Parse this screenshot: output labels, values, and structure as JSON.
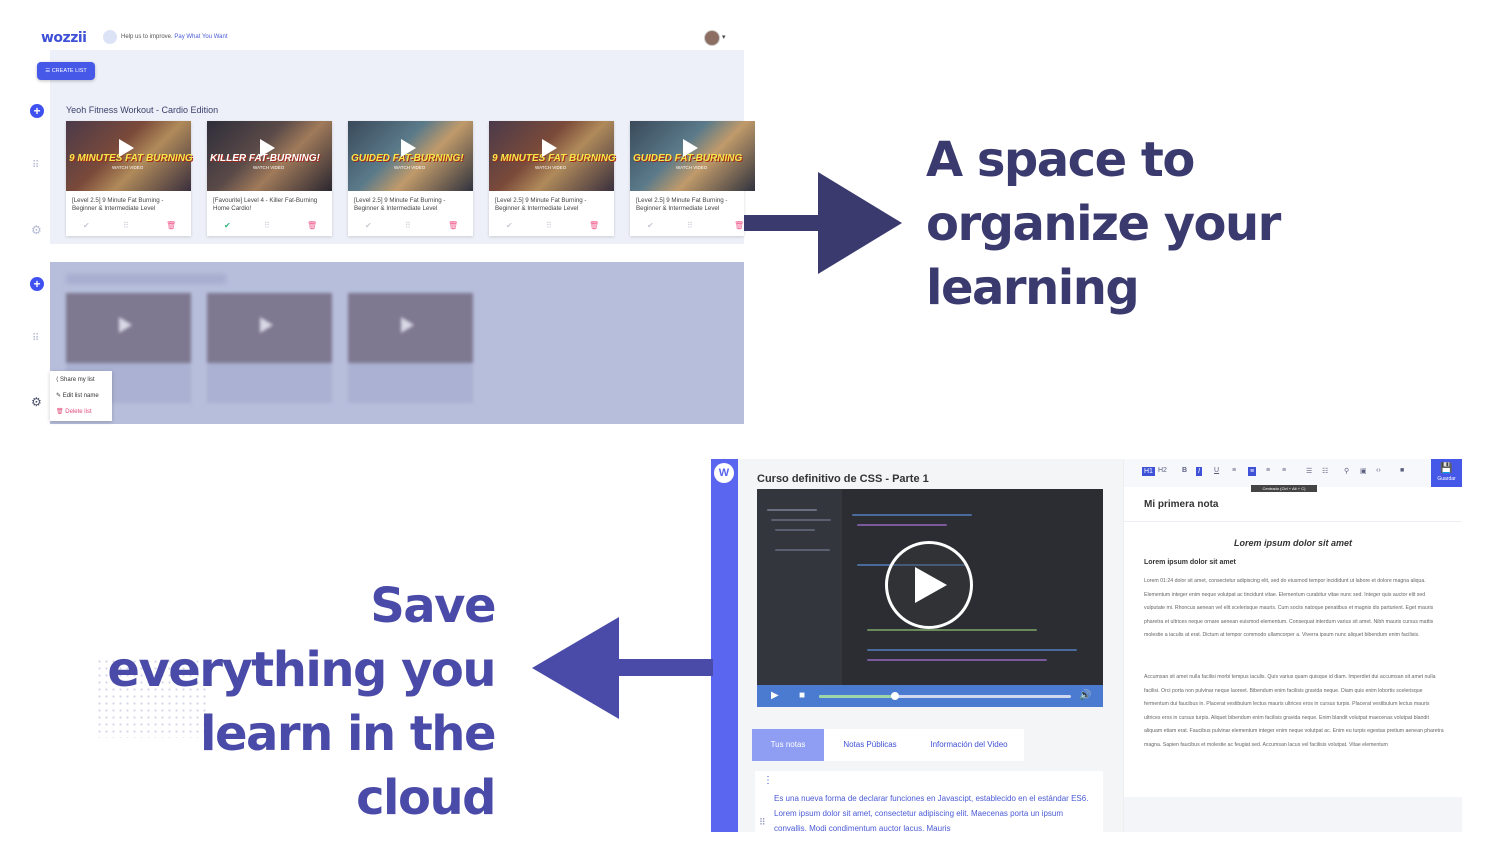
{
  "app_list": {
    "logo": "wozzii",
    "help_text": "Help us to improve.",
    "help_link": "Pay What You Want",
    "create_list_label": "CREATE LIST",
    "list_title": "Yeoh Fitness Workout - Cardio Edition",
    "cards": [
      {
        "thumb_text": "9 MINUTES FAT BURNING",
        "title": "[Level 2.5] 9 Minute Fat Burning - Beginner & Intermediate Level",
        "done": false
      },
      {
        "thumb_text": "KILLER FAT-BURNING!",
        "title": "[Favourite] Level 4 - Killer Fat-Burning Home Cardio!",
        "done": true
      },
      {
        "thumb_text": "GUIDED FAT-BURNING!",
        "title": "[Level 2.5] 9 Minute Fat Burning - Beginner & Intermediate Level",
        "done": false
      },
      {
        "thumb_text": "9 MINUTES FAT BURNING",
        "title": "[Level 2.5] 9 Minute Fat Burning - Beginner & Intermediate Level",
        "done": false
      },
      {
        "thumb_text": "GUIDED FAT-BURNING",
        "title": "[Level 2.5] 9 Minute Fat Burning - Beginner & Intermediate Level",
        "done": false
      }
    ],
    "watch_video": "WATCH VIDEO",
    "menu": {
      "share": "Share my list",
      "edit": "Edit list name",
      "delete": "Delete list"
    }
  },
  "headline_top": "A space to organize your learning",
  "headline_bottom": "Save everything you learn in the cloud",
  "app_notes": {
    "logo_letter": "W",
    "course_title": "Curso definitivo de CSS - Parte 1",
    "video_progress_percent": 30,
    "tabs": [
      "Tus notas",
      "Notas Públicas",
      "Información del Video"
    ],
    "note_text": "Es una nueva forma de declarar funciones en Javascipt, establecido en el estándar ES6. Lorem ipsum dolor sit amet, consectetur adipiscing elit. Maecenas porta un ipsum convallis. Modi condimentum auctor lacus. Mauris",
    "editor": {
      "toolbar": [
        "H1",
        "H2",
        "B",
        "I",
        "U"
      ],
      "save_label": "Guardar",
      "tooltip": "Centrado (Ctrl + Alt + C)",
      "note_title": "Mi primera nota",
      "heading": "Lorem ipsum dolor sit amet",
      "subheading": "Lorem ipsum dolor sit amet",
      "paragraph1": "Lorem 01:24 dolor sit amet, consectetur adipiscing elit, sed do eiusmod tempor incididunt ut labore et dolore magna aliqua. Elementum integer enim neque volutpat ac tincidunt vitae. Elementum curabitur vitae nunc sed. Integer quis auctor elit sed vulputate mi. Rhoncus aenean vel elit scelerisque mauris. Cum sociis natoque penatibus et magnis dis parturient. Eget mauris pharetra et ultrices neque ornare aenean euismod elementum. Consequat interdum varius sit amet. Nibh mauris cursus mattis molestie a iaculis at erat. Dictum at tempor commodo ullamcorper a. Viverra ipsum nunc aliquet bibendum enim facilisis.",
      "paragraph2": "Accumsan sit amet nulla facilisi morbi tempus iaculis. Quis varius quam quisque id diam. Imperdiet dui accumsan sit amet nulla facilisi. Orci porta non pulvinar neque laoreet. Bibendum enim facilisis gravida neque. Diam quis enim lobortis scelerisque fermentum dui faucibus in. Placerat vestibulum lectus mauris ultrices eros in cursus turpis. Placerat vestibulum lectus mauris ultrices eros in cursus turpis. Aliquet bibendum enim facilisis gravida neque. Enim blandit volutpat maecenas volutpat blandit aliquam etiam erat. Faucibus pulvinar elementum integer enim neque volutpat ac. Enim eu turpis egestas pretium aenean pharetra magna. Sapien faucibus et molestie ac feugiat sed. Accumsan lacus vel facilisis volutpat. Vitae elementum"
    }
  },
  "colors": {
    "accent": "#4658e8",
    "headline_top": "#3a3a6e",
    "headline_bottom": "#4a4ba8",
    "arrow_top": "#3a3a6e",
    "arrow_bottom": "#4a4ba8"
  }
}
